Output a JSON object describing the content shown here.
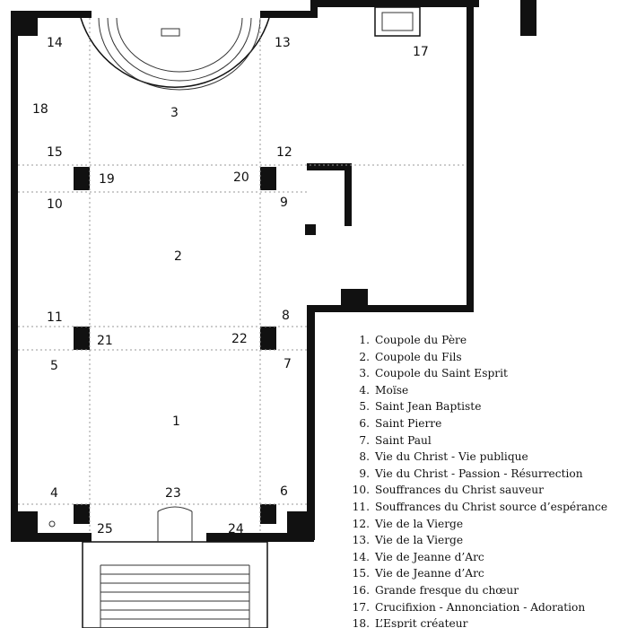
{
  "plan_labels": [
    {
      "n": "14"
    },
    {
      "n": "13"
    },
    {
      "n": "17"
    },
    {
      "n": "18"
    },
    {
      "n": "3"
    },
    {
      "n": "15"
    },
    {
      "n": "12"
    },
    {
      "n": "19"
    },
    {
      "n": "20"
    },
    {
      "n": "10"
    },
    {
      "n": "9"
    },
    {
      "n": "2"
    },
    {
      "n": "11"
    },
    {
      "n": "8"
    },
    {
      "n": "21"
    },
    {
      "n": "22"
    },
    {
      "n": "5"
    },
    {
      "n": "7"
    },
    {
      "n": "1"
    },
    {
      "n": "4"
    },
    {
      "n": "23"
    },
    {
      "n": "6"
    },
    {
      "n": "25"
    },
    {
      "n": "24"
    }
  ],
  "legend": [
    {
      "num": "1.",
      "text": "Coupole du Père"
    },
    {
      "num": "2.",
      "text": "Coupole du Fils"
    },
    {
      "num": "3.",
      "text": "Coupole du Saint Esprit"
    },
    {
      "num": "4.",
      "text": "Moïse"
    },
    {
      "num": "5.",
      "text": "Saint Jean Baptiste"
    },
    {
      "num": "6.",
      "text": "Saint Pierre"
    },
    {
      "num": "7.",
      "text": "Saint Paul"
    },
    {
      "num": "8.",
      "text": "Vie du Christ - Vie publique"
    },
    {
      "num": "9.",
      "text": "Vie du Christ - Passion - Résurrection"
    },
    {
      "num": "10.",
      "text": "Souffrances du Christ sauveur"
    },
    {
      "num": "11.",
      "text": "Souffrances du Christ source d’espérance"
    },
    {
      "num": "12.",
      "text": "Vie de la Vierge"
    },
    {
      "num": "13.",
      "text": "Vie de la Vierge"
    },
    {
      "num": "14.",
      "text": "Vie de Jeanne d’Arc"
    },
    {
      "num": "15.",
      "text": "Vie de Jeanne d’Arc"
    },
    {
      "num": "16.",
      "text": "Grande fresque du chœur"
    },
    {
      "num": "17.",
      "text": "Crucifixion - Annonciation - Adoration"
    },
    {
      "num": "18.",
      "text": "L’Esprit créateur"
    }
  ]
}
